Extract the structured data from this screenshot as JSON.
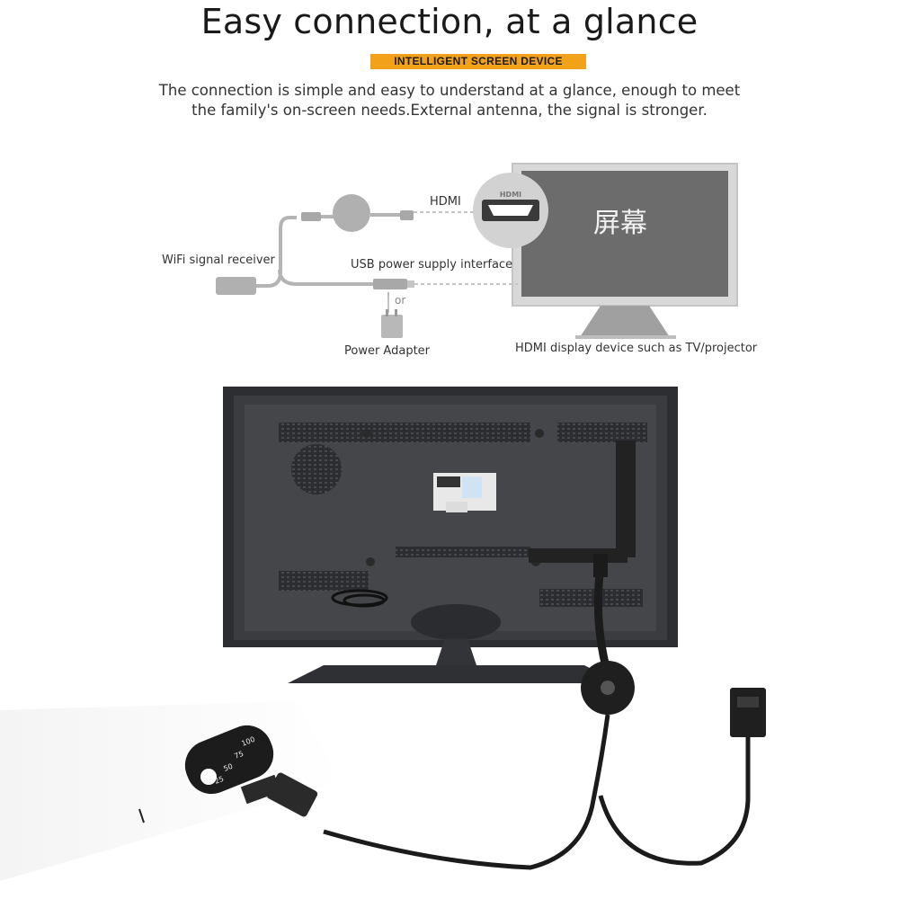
{
  "header": {
    "title": "Easy connection, at a glance",
    "badge": "INTELLIGENT SCREEN DEVICE",
    "description_line1": "The connection is simple and easy to understand at a glance, enough to meet",
    "description_line2": "the family's on-screen needs.External antenna, the signal is stronger."
  },
  "diagram": {
    "hdmi_label": "HDMI",
    "port_label": "HDMI",
    "screen_text": "屏幕",
    "wifi_label": "WiFi signal receiver",
    "usb_label": "USB power supply interface",
    "or_label": "or",
    "adapter_label": "Power Adapter",
    "display_label": "HDMI display device such as TV/projector"
  },
  "powerbank": {
    "levels": [
      "100",
      "75",
      "50",
      "25"
    ]
  },
  "colors": {
    "badge": "#f2a21a",
    "diagram_gray": "#8a8a8a",
    "screen_dark": "#6c6c6c",
    "tv_back": "#3a3b3e",
    "cable": "#1b1b1b"
  },
  "icons": {
    "hdmi_port": "hdmi-port-icon",
    "dongle": "dongle-icon",
    "plug": "power-plug-icon"
  }
}
